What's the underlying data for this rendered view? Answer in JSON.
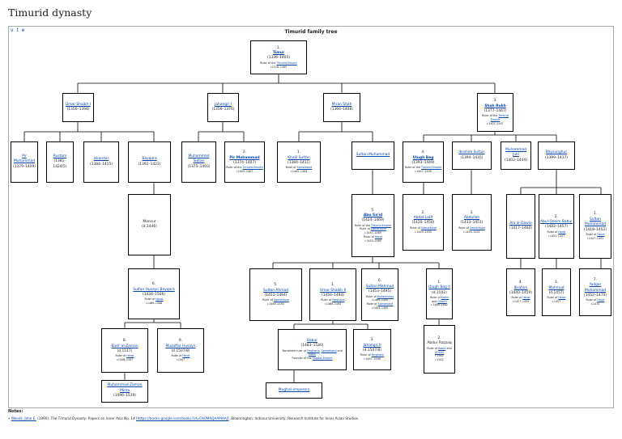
{
  "page_title": "Timurid dynasty",
  "navbox": {
    "vte": "v t e",
    "title": "Timurid family tree"
  },
  "people": {
    "timur": {
      "num": "1.",
      "name": "Timur",
      "dates": "(1336–1405)",
      "note_pre": "Ruler of the ",
      "note_link": "Timurid Empire",
      "reign": "r.1370–1405"
    },
    "umar_shaikh_i": {
      "name": "Umar Shaikh I",
      "dates": "(1356–1394)"
    },
    "jahangir_i": {
      "name": "Jahangir I",
      "dates": "(1356–1376)"
    },
    "miran_shah": {
      "name": "Miran Shah",
      "dates": "(1366–1408)"
    },
    "shah_rukh": {
      "num": "3.",
      "name": "Shah Rukh",
      "dates": "(1377–1447)",
      "note_pre": "Ruler of the ",
      "note_link": "Timurid Empire",
      "reign": "r.1407–1447"
    },
    "pir_muhammad_1": {
      "name": "Pir Muhammad",
      "dates": "(1379–1409)"
    },
    "rustam": {
      "name": "Rustam",
      "dates": "(1381–1424/5)"
    },
    "iskandar": {
      "name": "Iskandar",
      "dates": "(1384–1415)"
    },
    "bayqara": {
      "name": "Bayqara",
      "dates": "(1392–1422)"
    },
    "muhammad_sultan": {
      "name": "Muhammad Sultan",
      "dates": "(1375–1403)"
    },
    "pir_muhammad_2": {
      "num": "2.",
      "name": "Pir Muhammad",
      "dates": "(1374–1407)",
      "note_pre": "Ruler of the ",
      "note_link": "Timurid Empire",
      "reign": "r.1405–1407"
    },
    "khalil_sultan": {
      "num": "1.",
      "name": "Khalil Sultan",
      "dates": "(1384–1411)",
      "note_pre": "Ruler of ",
      "note_link": "Samarkand",
      "reign": "r.1405–1409"
    },
    "sultan_muhammad": {
      "name": "Sultan Muhammad"
    },
    "ulugh_beg": {
      "num": "4.",
      "name": "Ulugh Beg",
      "dates": "(1393–1449)",
      "note_pre": "Ruler of the ",
      "note_link": "Timurid Empire",
      "reign": "r.1447–1449"
    },
    "ibrahim_sultan": {
      "name": "Ibrahim Sultan",
      "dates": "(1394–1435)"
    },
    "muhammad_juki": {
      "name": "Muhammad Juki",
      "dates": "(1402–1444)"
    },
    "baysunghur": {
      "name": "Baysunghur",
      "dates": "(1399–1437)"
    },
    "mansur": {
      "name": "Mansur",
      "dates": "(d.1446)"
    },
    "abu_said": {
      "num": "5.",
      "name": "Abu Sa'id",
      "dates": "(1424–1469)",
      "note1_pre": "Ruler of the ",
      "note1_link": "Timurid Empire",
      "note2_pre": "Ruler of ",
      "note2_link": "Samarkand",
      "reign1": "r.1451–1469",
      "note3_pre": "Ruler of ",
      "note3_link": "Herat",
      "reign2": "r.1459–1469"
    },
    "abdal_latif": {
      "num": "2.",
      "name": "Abdal-Latif",
      "dates": "(1420–1450)",
      "note_pre": "Ruler of ",
      "note_link": "Samarkand",
      "reign": "r.1449–1450"
    },
    "abdullah": {
      "num": "3.",
      "name": "Abdullah",
      "dates": "(1433–1451)",
      "note_pre": "Ruler of ",
      "note_link": "Samarkand",
      "reign": "r.1450–1451"
    },
    "ala_al_dawla": {
      "name": "Ala al-Dawla",
      "dates": "(1417–1460)"
    },
    "abul_qasim_babur": {
      "num": "2.",
      "name": "Abul-Qasim Babur",
      "dates": "(1422–1457)",
      "note_pre": "Ruler of ",
      "note_link": "Herat",
      "reign": "r.1451–1457"
    },
    "sultan_muhammad_2": {
      "num": "1.",
      "name": "Sultan Muhammad",
      "dates": "(1418–1452)",
      "note_pre": "Ruler of ",
      "note_link": "Herat",
      "reign": "r.1447–1451"
    },
    "sultan_husayn": {
      "num": "6.",
      "name": "Sultan Husayn Bayqara",
      "dates": "(1438–1506)",
      "note_pre": "Ruler of ",
      "note_link": "Herat",
      "reign": "r.1469–1506"
    },
    "sultan_ahmad": {
      "num": "5.",
      "name": "Sultan Ahmad",
      "dates": "(1451–1494)",
      "note_pre": "Ruler of ",
      "note_link": "Samarkand",
      "reign": "r.1469–1494"
    },
    "umar_shaikh_ii": {
      "num": "1.",
      "name": "Umar Shaikh II",
      "dates": "(1456–1494)",
      "note_pre": "Ruler of ",
      "note_link": "Ferghana",
      "reign": "r.1469–1494"
    },
    "sultan_mahmud": {
      "num": "6.",
      "name": "Sultan Mahmud",
      "dates": "(1453–1495)",
      "note1_pre": "Ruler of ",
      "note1_link": "Badakhshan",
      "reign1": "r.1469–1495",
      "note2_pre": "Ruler of ",
      "note2_link": "Samarkand",
      "reign2": "r.1494–1495"
    },
    "ulugh_beg_ii": {
      "num": "1.",
      "name": "Ulugh Beg II",
      "dates": "(d.1502)",
      "note_pre": "Ruler of ",
      "note_link1": "Kabul",
      "note_and": " and ",
      "note_link2": "Ghazni",
      "reign": "r.1469–1502"
    },
    "ala_ud_dawla": {
      "num": "4.",
      "name": "Ibrahim",
      "dates": "(1440–1459)",
      "note_pre": "Ruler of ",
      "note_link": "Herat",
      "reign": "r.1457–1459"
    },
    "mahmud": {
      "num": "3.",
      "name": "Mahmud",
      "dates": "(d.1457)",
      "note_pre": "Ruler of ",
      "note_link": "Herat",
      "reign": "r.1457"
    },
    "yadgar": {
      "num": "7.",
      "name": "Yadgar Muhammad",
      "dates": "(1452–1470)",
      "note_pre": "Ruler of ",
      "note_link": "Herat",
      "reign": "r.1470"
    },
    "badi_al_zaman": {
      "num": "8.",
      "name": "Badi' al-Zaman",
      "dates": "(d.1517)",
      "note_pre": "Ruler of ",
      "note_link": "Herat",
      "reign": "r.1506–1507"
    },
    "muzaffar_husayn": {
      "num": "9.",
      "name": "Muzaffar Husayn",
      "dates": "(d.1507/8)",
      "note_pre": "Ruler of ",
      "note_link": "Herat",
      "reign": "r.1507"
    },
    "babur": {
      "name": "Babur",
      "dates": "(1483–1530)",
      "note1_pre": "Sometime ruler of ",
      "note1_link1": "Ferghana",
      "note1_comma": ", ",
      "note1_link2": "Samarkand",
      "note1_and": " and ",
      "note1_link3": "Kabul",
      "note2_pre": "Founder of the ",
      "note2_link": "Mughal Empire"
    },
    "jahangir_ii": {
      "num": "3.",
      "name": "Jahangir II",
      "dates": "(d.1507/8)",
      "note_pre": "Ruler of ",
      "note_link": "Ferghana",
      "reign": "r.1497–1498"
    },
    "abdur_razzaq": {
      "num": "2.",
      "name": "Abdur Razzaq",
      "note_pre": "Ruler of ",
      "note_link1": "Kabul",
      "note_and": " and ",
      "note_link2": "Ghazni",
      "reign1": "r.1502",
      "reign2": "r.1502"
    },
    "muhammad_zaman": {
      "name": "Muhammad Zaman Mirza",
      "dates": "(1496–1539)"
    },
    "mughal_emperors": {
      "name": "Mughal emperors"
    }
  },
  "notes": {
    "heading": "Notes:",
    "ref_bullet": "• ",
    "ref_author": "Woods, John E.",
    "ref_year": " (1990). ",
    "ref_title": "The Timurid Dynasty. Papers on Inner Asia No. 14",
    "ref_url": "[https://books.google.com/books?id=Ok0MAQAAMAAJ]",
    "ref_rest": ". Bloomington: Indiana University, Research Institute for Inner Asian Studies."
  }
}
